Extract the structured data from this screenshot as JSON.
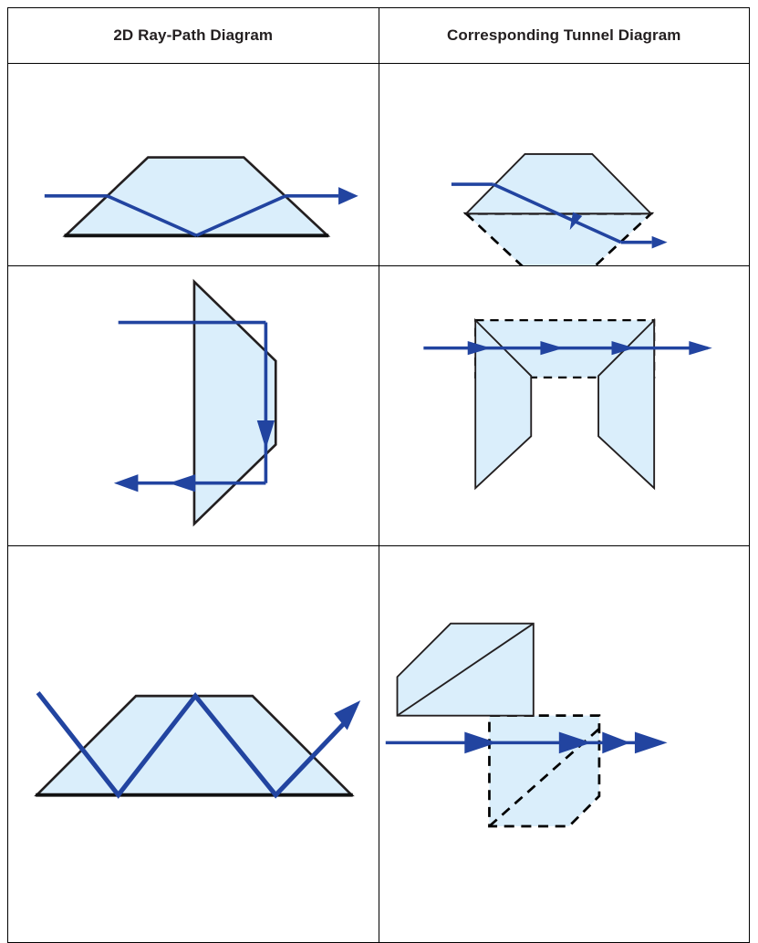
{
  "table": {
    "headers": [
      {
        "id": "ray-path",
        "label": "2D Ray-Path Diagram"
      },
      {
        "id": "tunnel",
        "label": "Corresponding Tunnel Diagram"
      }
    ],
    "rows": [
      {
        "id": "row-1",
        "name": "dove-prism",
        "left": {
          "caption": "",
          "description": "Trapezoidal prism with horizontal input ray, single total-internal reflection at the base, horizontal output ray"
        },
        "right": {
          "caption": "",
          "description": "Unfolded tunnel diagram: solid trapezoid with mirrored dashed trapezoid below; ray travels in a straight diagonal line"
        }
      },
      {
        "id": "row-2",
        "name": "right-angle-prism",
        "left": {
          "caption": "",
          "description": "Trapezoid with vertical entrance face; ray enters horizontally, reflects downward, then reflects back out to the left"
        },
        "right": {
          "caption": "",
          "description": "Unfolded tunnel diagram: two mirrored trapezoids joined by dashed construction lines; ray travels straight through"
        }
      },
      {
        "id": "row-3",
        "name": "multi-bounce-prism",
        "left": {
          "caption": "",
          "description": "Wide trapezoid with a zig-zag ray path undergoing three internal reflections before exiting at the upper right"
        },
        "right": {
          "caption": "",
          "description": "Unfolded tunnel diagram: solid cut-corner block with a dashed offset copy; ray travels in one straight horizontal line"
        }
      }
    ]
  },
  "style": {
    "glass_fill": "#daeefb",
    "glass_stroke": "#231f20",
    "ray_color": "#2244a0",
    "dashed_stroke": "#000000",
    "table_border": "#000000",
    "header_text": "#231f20",
    "background": "#ffffff"
  },
  "chart_data": {
    "type": "table",
    "title": "2D Ray-Path Diagrams and Corresponding Tunnel Diagrams",
    "columns": [
      "2D Ray-Path Diagram",
      "Corresponding Tunnel Diagram"
    ],
    "rows": [
      {
        "prism": "Dove / trapezoidal prism",
        "ray_path_bounces": 1,
        "input_direction": "left-to-right horizontal",
        "output_direction": "left-to-right horizontal",
        "tunnel_copies": 2,
        "tunnel_ray": "straight diagonal"
      },
      {
        "prism": "Right-angle trapezoid prism",
        "ray_path_bounces": 2,
        "input_direction": "left-to-right horizontal",
        "output_direction": "right-to-left horizontal",
        "tunnel_copies": 2,
        "tunnel_ray": "straight horizontal"
      },
      {
        "prism": "Multi-bounce trapezoid prism",
        "ray_path_bounces": 3,
        "input_direction": "down-right diagonal",
        "output_direction": "up-right diagonal",
        "tunnel_copies": 2,
        "tunnel_ray": "straight horizontal"
      }
    ]
  }
}
